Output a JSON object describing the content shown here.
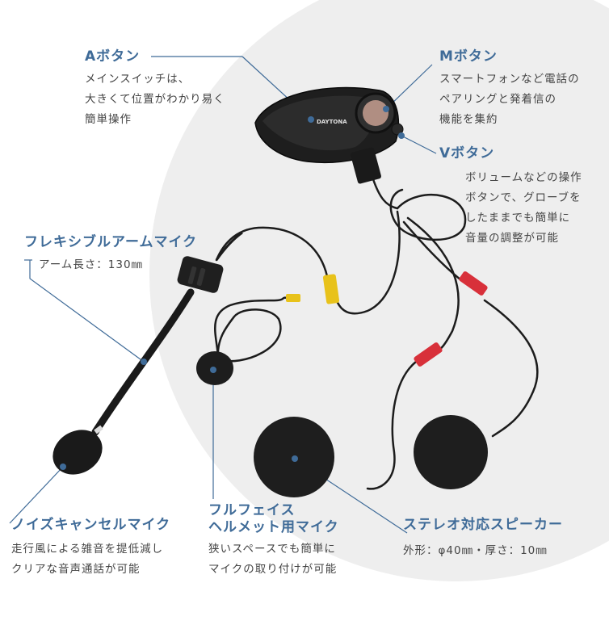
{
  "callouts": {
    "a_button": {
      "title": "Aボタン",
      "desc": "メインスイッチは、\n大きくて位置がわかり易く\n簡単操作"
    },
    "m_button": {
      "title": "Mボタン",
      "desc": "スマートフォンなど電話の\nペアリングと発着信の\n機能を集約"
    },
    "v_button": {
      "title": "Vボタン",
      "desc": "ボリュームなどの操作\nボタンで、グローブを\nしたままでも簡単に\n音量の調整が可能"
    },
    "flex_mic": {
      "title": "フレキシブルアームマイク",
      "desc": "アーム長さ：130㎜"
    },
    "noise_mic": {
      "title": "ノイズキャンセルマイク",
      "desc": "走行風による雑音を提低減し\nクリアな音声通話が可能"
    },
    "fullface_mic": {
      "title": "フルフェイス\nヘルメット用マイク",
      "desc": "狭いスペースでも簡単に\nマイクの取り付けが可能"
    },
    "speaker": {
      "title": "ステレオ対応スピーカー",
      "desc": "外形：φ40㎜・厚さ：10㎜"
    }
  },
  "device": {
    "logo": "DAYTONA"
  },
  "colors": {
    "accent": "#3f6b98",
    "connector_yellow": "#e8c21a",
    "connector_red": "#d8303a",
    "background_circle": "#eeeeee"
  }
}
